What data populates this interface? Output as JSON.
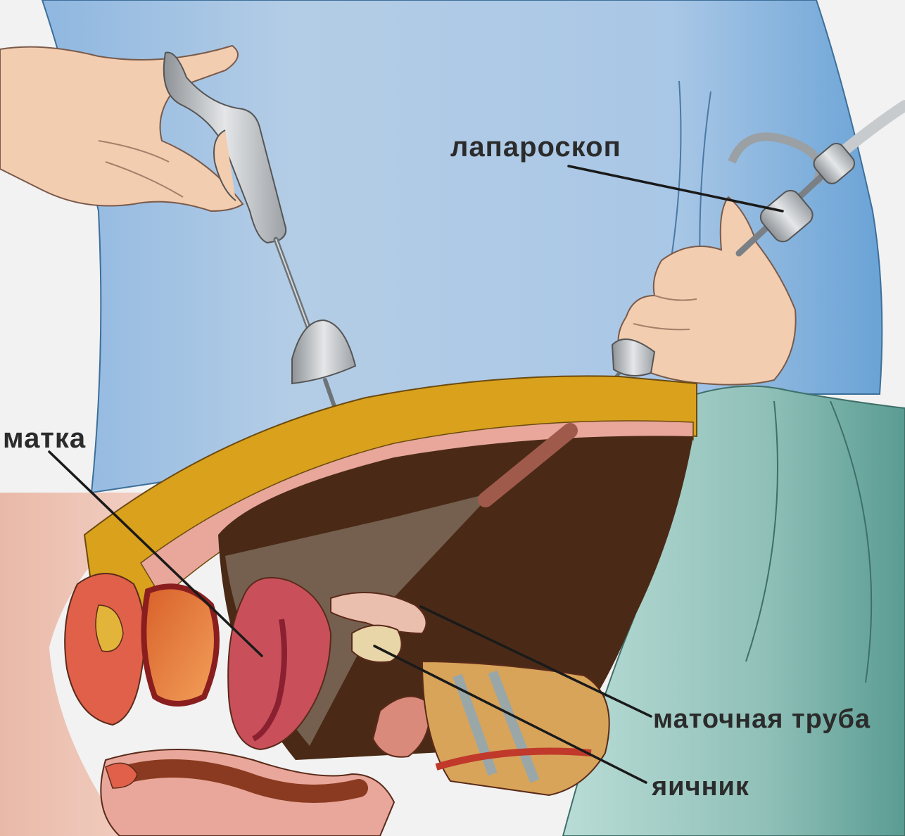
{
  "labels": {
    "laparoscope": "лапароскоп",
    "uterus": "матка",
    "fallopian_tube": "маточная труба",
    "ovary": "яичник"
  },
  "colors": {
    "drape_blue": "#a9c7e6",
    "drape_green": "#8fc0b8",
    "skin": "#f2cdb0",
    "fat_layer": "#d9a11c",
    "cavity_dark": "#4a2a16",
    "organ_red": "#c9505a",
    "instrument_gray": "#bfc3c6"
  }
}
